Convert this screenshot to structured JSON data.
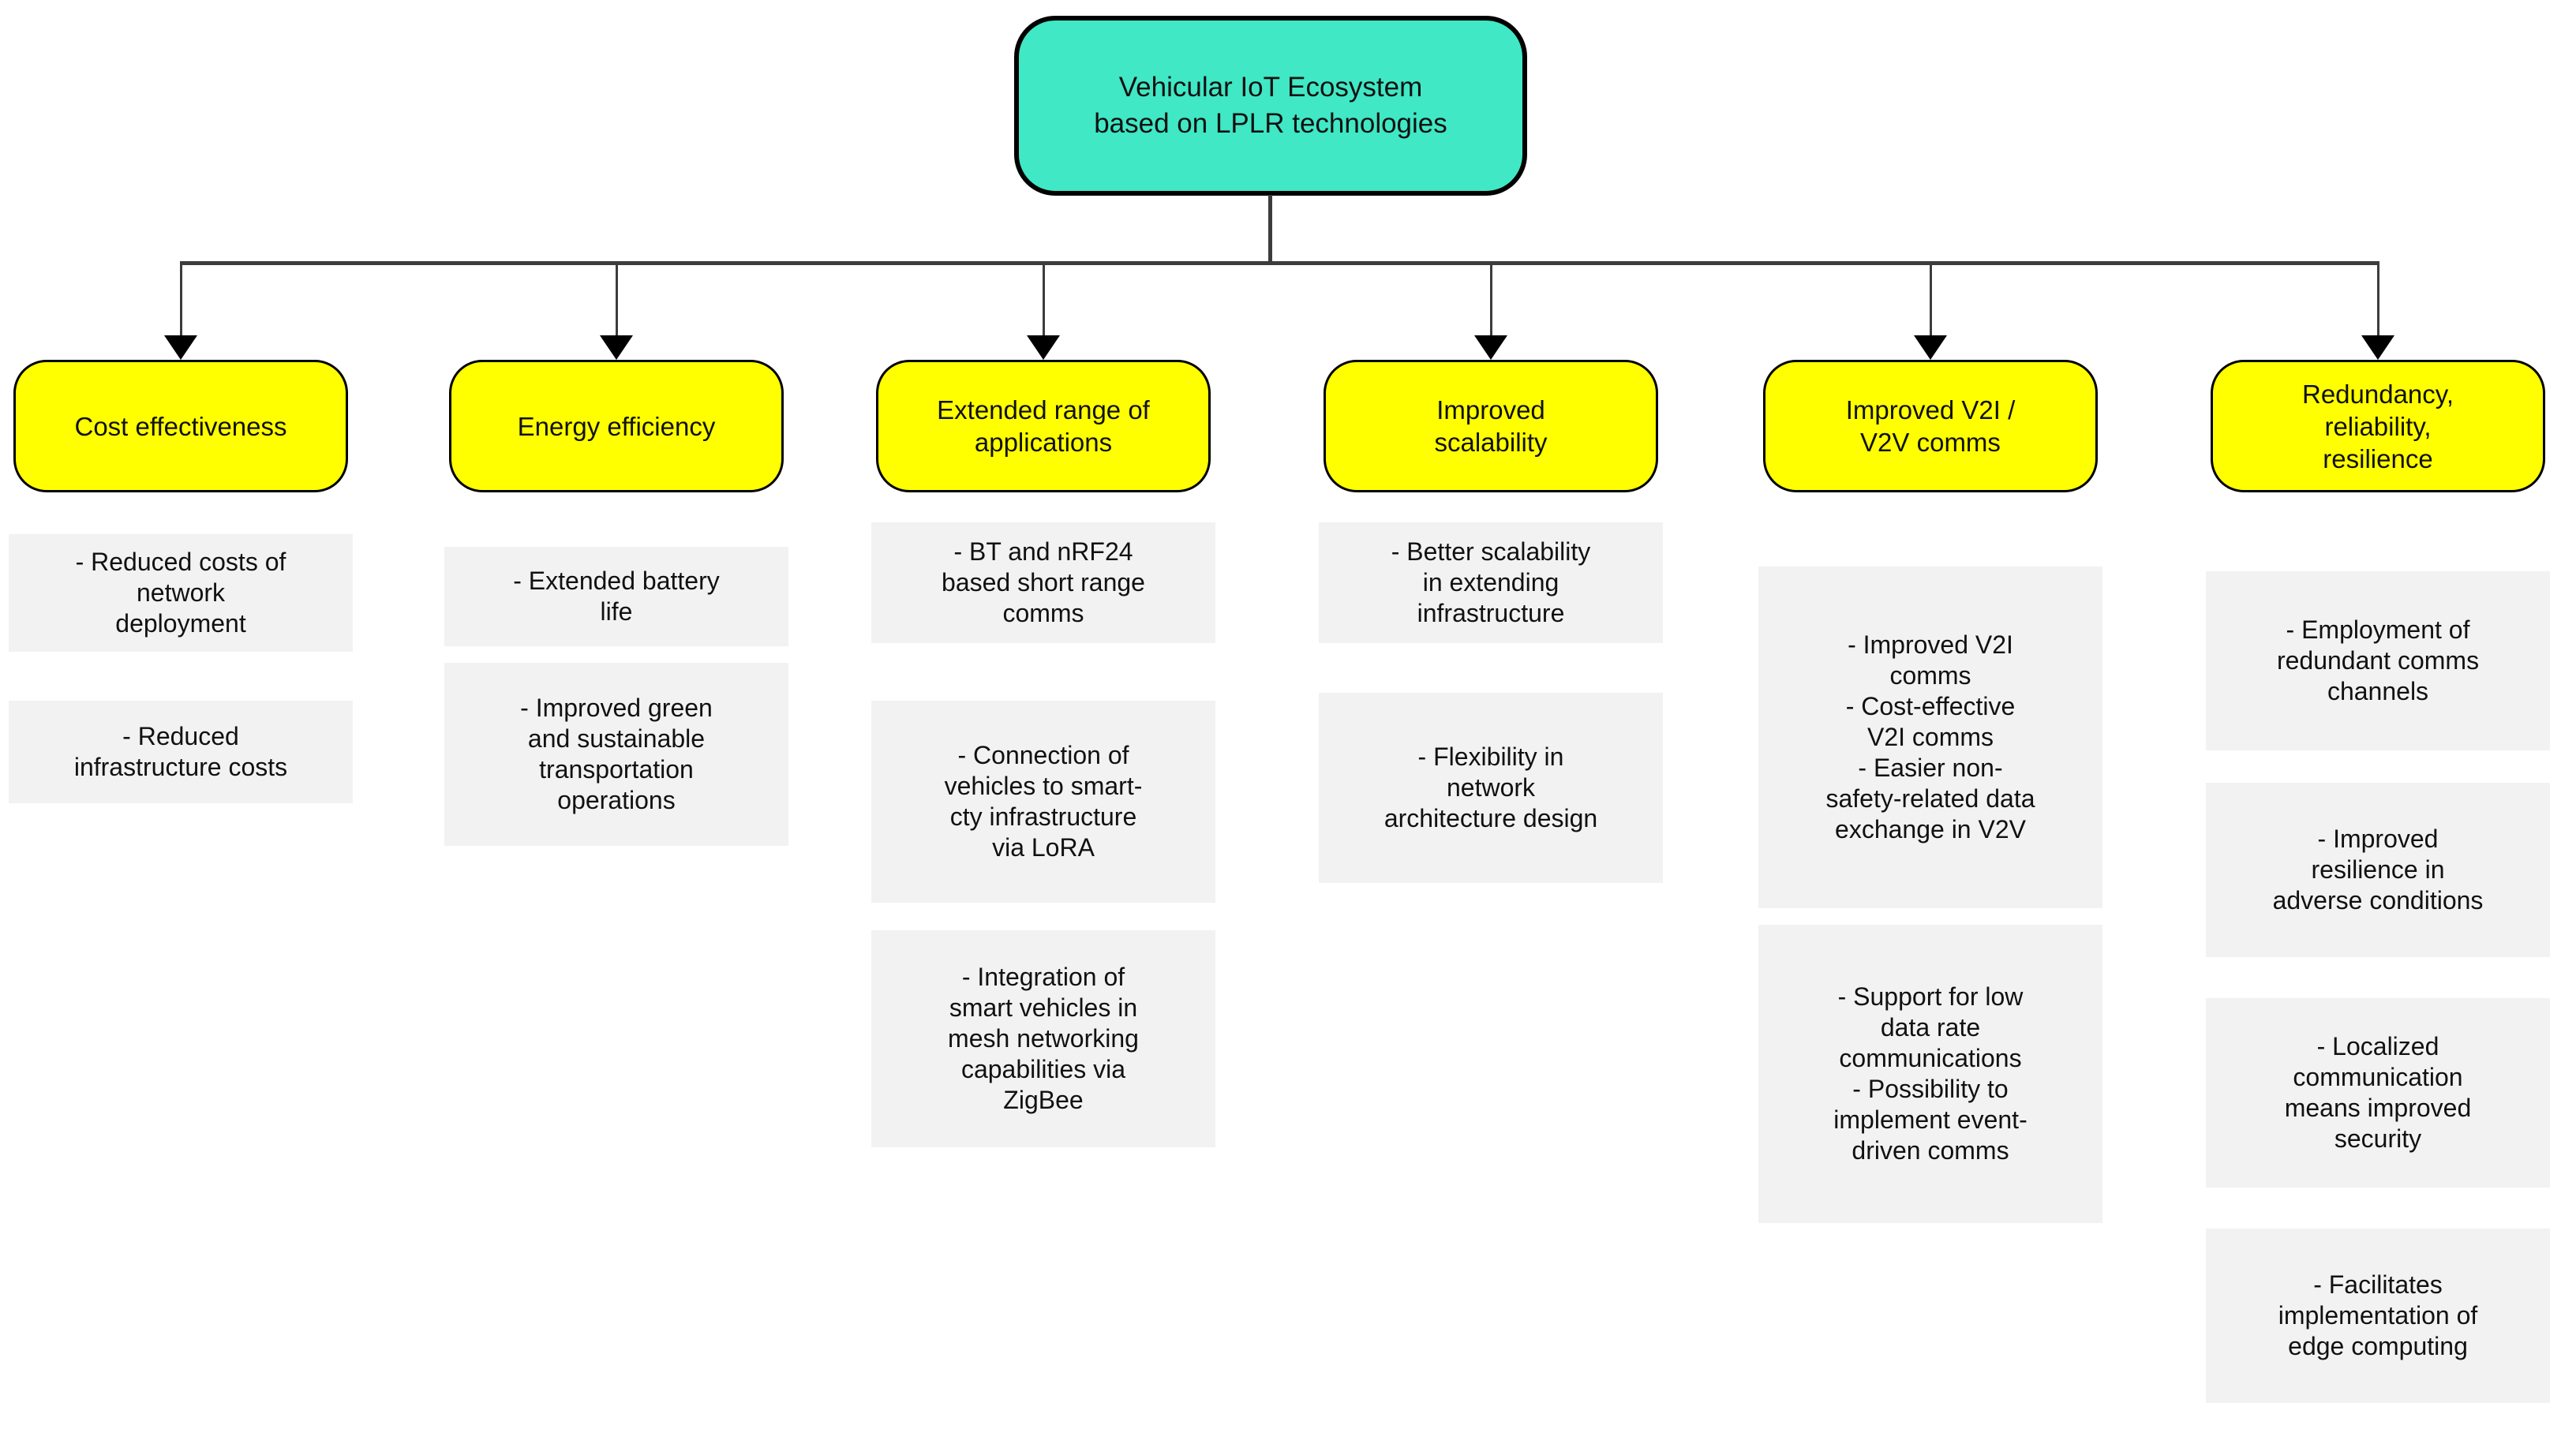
{
  "root": {
    "title": "Vehicular IoT Ecosystem\nbased on LPLR technologies"
  },
  "colors": {
    "root_fill": "#40e8c5",
    "branch_fill": "#ffff00",
    "leaf_fill": "#f2f2f2",
    "line_color": "#3c3c3c",
    "arrow_color": "#000000",
    "border_color": "#000000",
    "text_color": "#111111"
  },
  "columns": [
    {
      "title": "Cost effectiveness",
      "items": [
        "- Reduced costs of\nnetwork\ndeployment",
        "- Reduced\ninfrastructure costs"
      ]
    },
    {
      "title": "Energy efficiency",
      "items": [
        "- Extended battery\nlife",
        "- Improved green\nand sustainable\ntransportation\noperations"
      ]
    },
    {
      "title": "Extended range of\napplications",
      "items": [
        "- BT and nRF24\nbased short range\ncomms",
        "- Connection of\nvehicles to smart-\ncty infrastructure\nvia LoRA",
        "- Integration of\nsmart vehicles in\nmesh networking\ncapabilities via\nZigBee"
      ]
    },
    {
      "title": "Improved\nscalability",
      "items": [
        "- Better scalability\nin extending\ninfrastructure",
        "- Flexibility in\nnetwork\narchitecture design"
      ]
    },
    {
      "title": "Improved V2I /\nV2V comms",
      "items": [
        "- Improved V2I\ncomms\n- Cost-effective\nV2I comms\n- Easier non-\nsafety-related data\nexchange in V2V",
        "- Support for low\ndata rate\ncommunications\n- Possibility to\nimplement event-\ndriven comms"
      ]
    },
    {
      "title": "Redundancy,\nreliability,\nresilience",
      "items": [
        "- Employment of\nredundant comms\nchannels",
        "- Improved\nresilience in\nadverse conditions",
        "- Localized\ncommunication\nmeans improved\nsecurity",
        "- Facilitates\nimplementation of\nedge computing"
      ]
    }
  ]
}
